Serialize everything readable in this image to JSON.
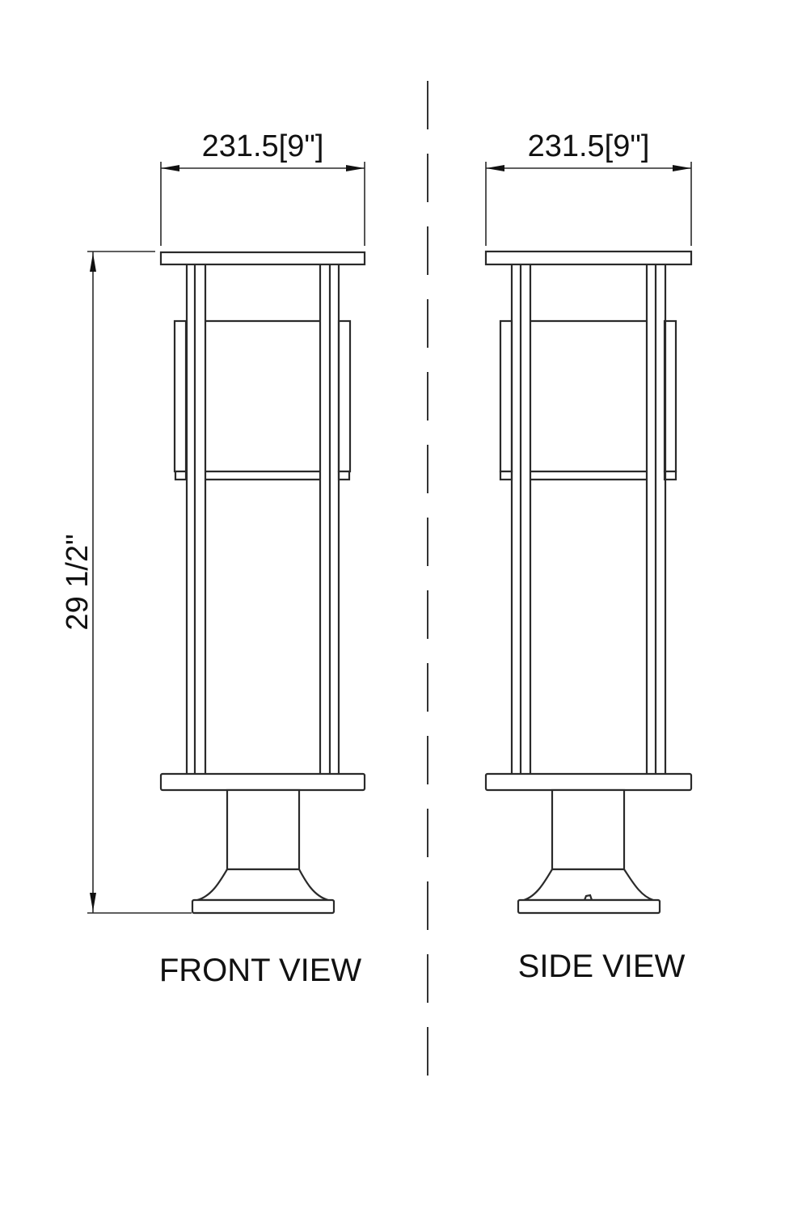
{
  "drawing": {
    "type": "technical-elevation-drawing",
    "subject": "outdoor post/pier-mount lantern",
    "line_color": "#2a2a2a",
    "background": "#ffffff"
  },
  "views": [
    {
      "id": "front",
      "label": "FRONT VIEW",
      "width_dimension": "231.5[9\"]",
      "height_dimension": "29 1/2\""
    },
    {
      "id": "side",
      "label": "SIDE VIEW",
      "width_dimension": "231.5[9\"]"
    }
  ],
  "separator": {
    "style": "dashed center line"
  }
}
